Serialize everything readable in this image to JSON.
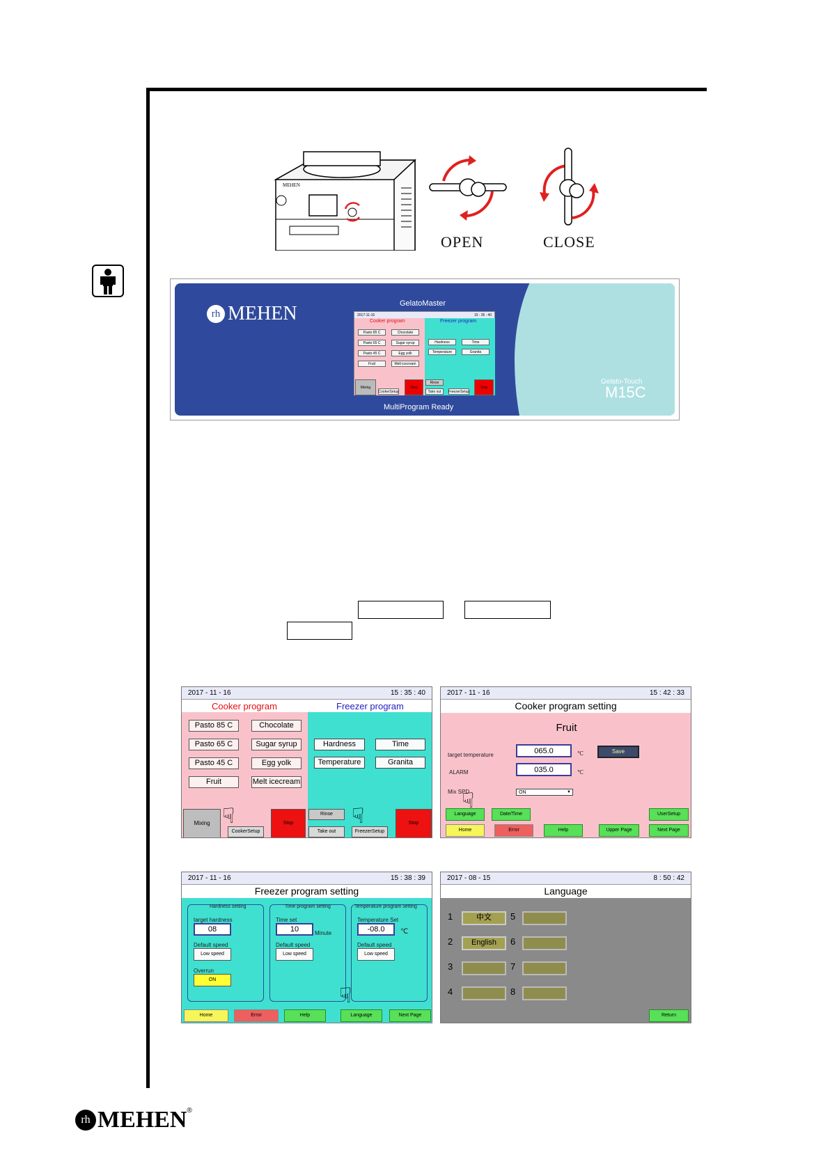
{
  "machine": {
    "brand": "MEHEN",
    "open_label": "OPEN",
    "close_label": "CLOSE"
  },
  "banner": {
    "brand": "MEHEN",
    "title": "GelatoMaster",
    "footer": "MultiProgram Ready",
    "model_line": "Gelato-Touch",
    "model": "M15C",
    "mini_screen": {
      "date": "2017-11-16",
      "time": "15 : 35 : 40",
      "cooker_title": "Cooker program",
      "freezer_title": "Freezer program",
      "cooker_buttons": [
        "Pasto 85 C",
        "Chocolate",
        "Pasto 65 C",
        "Sugar syrup",
        "Pasto 45 C",
        "Egg yolk",
        "Fruit",
        "Melt icecream"
      ],
      "freezer_buttons": [
        "Hardness",
        "Time",
        "Temperature",
        "Granita"
      ],
      "bottom": [
        "Mixing",
        "CookerSetup",
        "Stop",
        "Rinse",
        "Take out",
        "FreezerSetup",
        "Stop"
      ]
    }
  },
  "screen1": {
    "date": "2017 - 11 - 16",
    "time": "15 : 35 : 40",
    "cooker_title": "Cooker program",
    "freezer_title": "Freezer program",
    "cooker_buttons": [
      "Pasto 85 C",
      "Chocolate",
      "Pasto 65 C",
      "Sugar syrup",
      "Pasto 45 C",
      "Egg yolk",
      "Fruit",
      "Melt icecream"
    ],
    "freezer_buttons": [
      "Hardness",
      "Time",
      "Temperature",
      "Granita"
    ],
    "mixing": "Mixing",
    "cooker_setup": "CookerSetup",
    "stop1": "Stop",
    "rinse": "Rinse",
    "take_out": "Take out",
    "freezer_setup": "FreezerSetup",
    "stop2": "Stop"
  },
  "screen2": {
    "date": "2017 - 11 - 16",
    "time": "15 : 42 : 33",
    "title": "Cooker program setting",
    "program": "Fruit",
    "target_label": "target temperature",
    "target_value": "065.0",
    "alarm_label": "ALARM",
    "alarm_value": "035.0",
    "unit": "℃",
    "save": "Save",
    "mix_label": "Mix SPD",
    "mix_value": "ON",
    "row1": [
      "Language",
      "Date/Time",
      "UserSetup"
    ],
    "row2": [
      "Home",
      "Error",
      "Help",
      "Upper Page",
      "Next Page"
    ]
  },
  "screen3": {
    "date": "2017 - 11 - 16",
    "time": "15 : 38 : 39",
    "title": "Freezer program setting",
    "hardness_group": "Hardness setting",
    "time_group": "Time program setting",
    "temp_group": "Temperature program setting",
    "target_hardness_label": "target hardness",
    "target_hardness": "08",
    "time_set_label": "Time set",
    "time_set": "10",
    "minute": "Minute",
    "temp_set_label": "Temperature Set",
    "temp_set": "-08.0",
    "unit": "℃",
    "default_speed": "Default speed",
    "low_speed": "Low speed",
    "overrun": "Overrun",
    "overrun_value": "ON",
    "bottom": [
      "Home",
      "Error",
      "Help",
      "Language",
      "Next Page"
    ]
  },
  "screen4": {
    "date": "2017 - 08 - 15",
    "time": "8 : 50 : 42",
    "title": "Language",
    "numbers": [
      "1",
      "2",
      "3",
      "4",
      "5",
      "6",
      "7",
      "8"
    ],
    "lang1": "中文",
    "lang2": "English",
    "return": "Return"
  },
  "footer": {
    "brand": "MEHEN"
  },
  "colors": {
    "banner_blue": "#2f4a9c",
    "cooker_pink": "#f9c2cb",
    "freezer_teal": "#3fe0d0",
    "gray_screen": "#8a8a8a"
  }
}
